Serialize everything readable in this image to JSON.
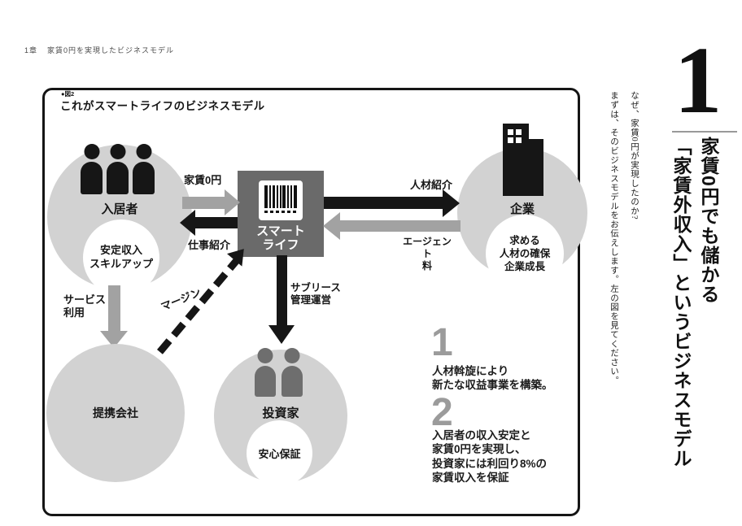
{
  "page_header": {
    "chapter": "1章",
    "title": "家賃0円を実現したビジネスモデル"
  },
  "figure": {
    "tag": "●図2",
    "title": "これがスマートライフのビジネスモデル",
    "nodes": {
      "residents": {
        "label": "入居者",
        "benefit": "安定収入\nスキルアップ"
      },
      "smartlife": {
        "label": "スマート\nライフ"
      },
      "company": {
        "label": "企業",
        "benefit": "求める\n人材の確保\n企業成長"
      },
      "partner": {
        "label": "提携会社"
      },
      "investors": {
        "label": "投資家",
        "benefit": "安心保証"
      }
    },
    "flows": {
      "rent_zero": "家賃0円",
      "job_referral": "仕事紹介",
      "hr_referral": "人材紹介",
      "agent_fee": "エージェント\n料",
      "service_use": "サービス\n利用",
      "margin": "マージン",
      "sublease": "サブリース\n管理運営"
    },
    "notes": [
      {
        "num": "1",
        "text": "人材斡旋により\n新たな収益事業を構築。"
      },
      {
        "num": "2",
        "text": "入居者の収入安定と\n家賃0円を実現し、\n投資家には利回り8%の\n家賃収入を保証"
      }
    ]
  },
  "sidebar": {
    "chapter_numeral": "1",
    "title_col1": "家賃0円でも儲かる",
    "title_col2": "「家賃外収入」というビジネスモデル",
    "lead_col1": "なぜ、家賃0円が実現したのか?",
    "lead_col2": "まずは、そのビジネスモデルをお伝えします。左の図を見てください。"
  },
  "colors": {
    "circle": "#d2d2d2",
    "box": "#6a6a6a",
    "black": "#161616",
    "arrowgray": "#a2a2a2",
    "numgray": "#9b9b9b"
  }
}
